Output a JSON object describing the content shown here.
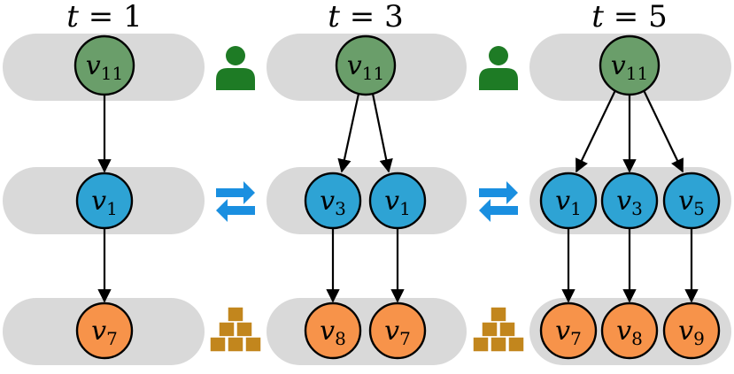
{
  "colors": {
    "lane": "#d9d9d9",
    "user_node": "#6a9e6a",
    "middle_node": "#2ea3d4",
    "bottom_node": "#f7934a",
    "user_icon": "#1e7b25",
    "swap_icon": "#1a8fe0",
    "boxes_icon": "#c2861d"
  },
  "panels": [
    {
      "time_var": "t",
      "time_eq": " = ",
      "time_value": "1",
      "top": [
        {
          "base": "v",
          "sub": "11"
        }
      ],
      "middle": [
        {
          "base": "v",
          "sub": "1"
        }
      ],
      "bottom": [
        {
          "base": "v",
          "sub": "7"
        }
      ]
    },
    {
      "time_var": "t",
      "time_eq": " = ",
      "time_value": "3",
      "top": [
        {
          "base": "v",
          "sub": "11"
        }
      ],
      "middle": [
        {
          "base": "v",
          "sub": "3"
        },
        {
          "base": "v",
          "sub": "1"
        }
      ],
      "bottom": [
        {
          "base": "v",
          "sub": "8"
        },
        {
          "base": "v",
          "sub": "7"
        }
      ]
    },
    {
      "time_var": "t",
      "time_eq": " = ",
      "time_value": "5",
      "top": [
        {
          "base": "v",
          "sub": "11"
        }
      ],
      "middle": [
        {
          "base": "v",
          "sub": "1"
        },
        {
          "base": "v",
          "sub": "3"
        },
        {
          "base": "v",
          "sub": "5"
        }
      ],
      "bottom": [
        {
          "base": "v",
          "sub": "7"
        },
        {
          "base": "v",
          "sub": "8"
        },
        {
          "base": "v",
          "sub": "9"
        }
      ]
    }
  ],
  "row_icons": [
    "user-icon",
    "swap-arrows-icon",
    "boxes-icon"
  ]
}
